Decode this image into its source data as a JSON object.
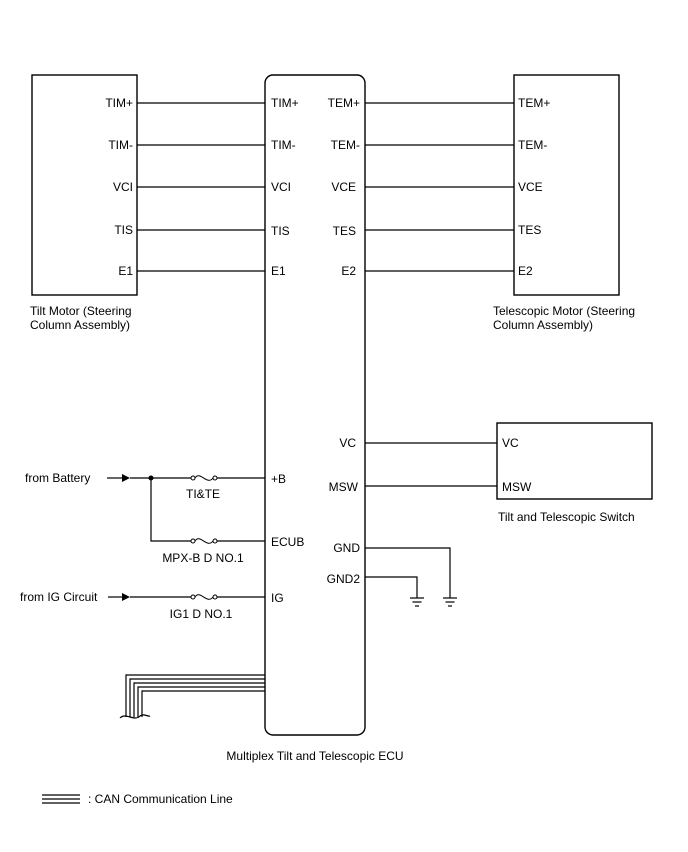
{
  "ecu": {
    "name": "Multiplex Tilt and Telescopic ECU",
    "left_pins": [
      "TIM+",
      "TIM-",
      "VCI",
      "TIS",
      "E1"
    ],
    "right_pins": [
      "TEM+",
      "TEM-",
      "VCE",
      "TES",
      "E2"
    ],
    "switch_pins": [
      "VC",
      "MSW"
    ],
    "ground_pins": [
      "GND",
      "GND2"
    ],
    "power_pins": [
      "+B",
      "ECUB",
      "IG"
    ]
  },
  "tilt_motor": {
    "name_line1": "Tilt Motor (Steering",
    "name_line2": "Column Assembly)",
    "pins": [
      "TIM+",
      "TIM-",
      "VCI",
      "TIS",
      "E1"
    ]
  },
  "telescopic_motor": {
    "name_line1": "Telescopic Motor (Steering",
    "name_line2": "Column Assembly)",
    "pins": [
      "TEM+",
      "TEM-",
      "VCE",
      "TES",
      "E2"
    ]
  },
  "switch": {
    "name": "Tilt and Telescopic Switch",
    "pins": [
      "VC",
      "MSW"
    ]
  },
  "sources": {
    "battery": "from Battery",
    "ig": "from IG Circuit"
  },
  "fuses": [
    "TI&TE",
    "MPX-B D NO.1",
    "IG1 D NO.1"
  ],
  "legend": {
    "can_line": ": CAN Communication Line"
  }
}
